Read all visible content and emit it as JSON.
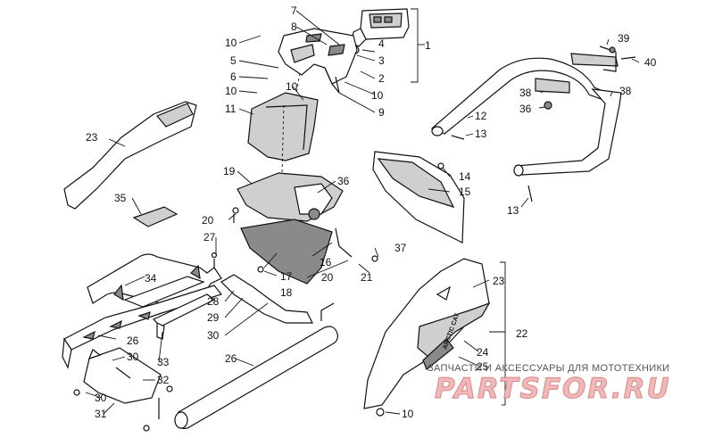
{
  "diagram": {
    "labels": {
      "l1": "1",
      "l2": "2",
      "l3": "3",
      "l4": "4",
      "l5": "5",
      "l6": "6",
      "l7": "7",
      "l8": "8",
      "l9": "9",
      "l10a": "10",
      "l10b": "10",
      "l10c": "10",
      "l10d": "10",
      "l10e": "10",
      "l11": "11",
      "l12": "12",
      "l13a": "13",
      "l13b": "13",
      "l14": "14",
      "l15": "15",
      "l16": "16",
      "l17": "17",
      "l18": "18",
      "l19": "19",
      "l20a": "20",
      "l20b": "20",
      "l21": "21",
      "l22": "22",
      "l23a": "23",
      "l23b": "23",
      "l24": "24",
      "l25": "25",
      "l26a": "26",
      "l26b": "26",
      "l27": "27",
      "l28": "28",
      "l29": "29",
      "l30a": "30",
      "l30b": "30",
      "l30c": "30",
      "l31": "31",
      "l32": "32",
      "l33": "33",
      "l34": "34",
      "l35": "35",
      "l36": "36",
      "l37": "37",
      "l38a": "38",
      "l38b": "38",
      "l39": "39",
      "l40": "40"
    },
    "decal_text": "ARCTIC CAT"
  },
  "watermark": {
    "subtitle": "ЗАПЧАСТИ И АКСЕССУАРЫ ДЛЯ МОТОТЕХНИКИ",
    "logo": "PARTSFOR.RU"
  },
  "colors": {
    "line": "#111111",
    "panel_gray": "#cfcfcf",
    "dark_gray": "#8a8a8a",
    "watermark": "#f0b8b8"
  }
}
